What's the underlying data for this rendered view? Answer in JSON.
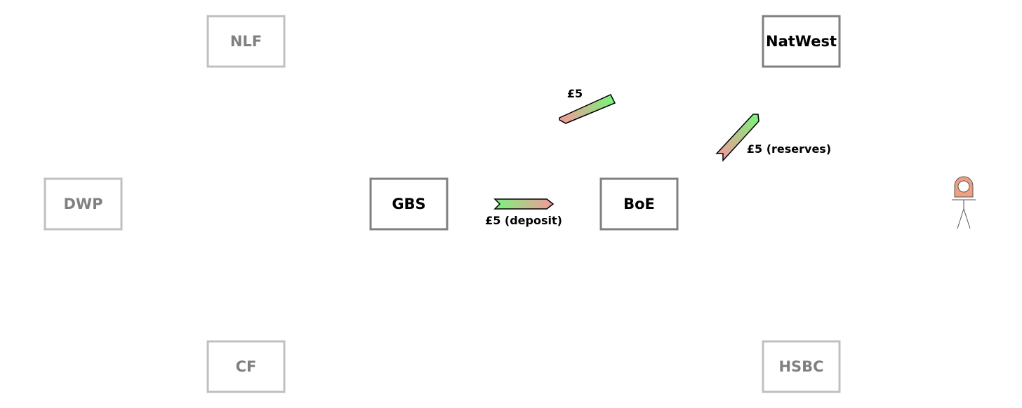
{
  "nodes": {
    "nlf": {
      "label": "NLF",
      "state": "inactive"
    },
    "natwest": {
      "label": "NatWest",
      "state": "active"
    },
    "dwp": {
      "label": "DWP",
      "state": "inactive"
    },
    "gbs": {
      "label": "GBS",
      "state": "active"
    },
    "boe": {
      "label": "BoE",
      "state": "active"
    },
    "cf": {
      "label": "CF",
      "state": "inactive"
    },
    "hsbc": {
      "label": "HSBC",
      "state": "inactive"
    }
  },
  "flows": {
    "gbs_to_boe": {
      "label": "£5 (deposit)"
    },
    "boe_to_natwest": {
      "label": "£5 (reserves)"
    },
    "floating": {
      "label": "£5"
    }
  },
  "colors": {
    "active_border": "#808080",
    "active_text": "#000000",
    "inactive_border": "#c0c0c0",
    "inactive_text": "#808080",
    "note_green": "#7cf27c",
    "note_red": "#f29a9a",
    "person_head": "#f0a080"
  },
  "icons": {
    "person": "person-icon"
  }
}
